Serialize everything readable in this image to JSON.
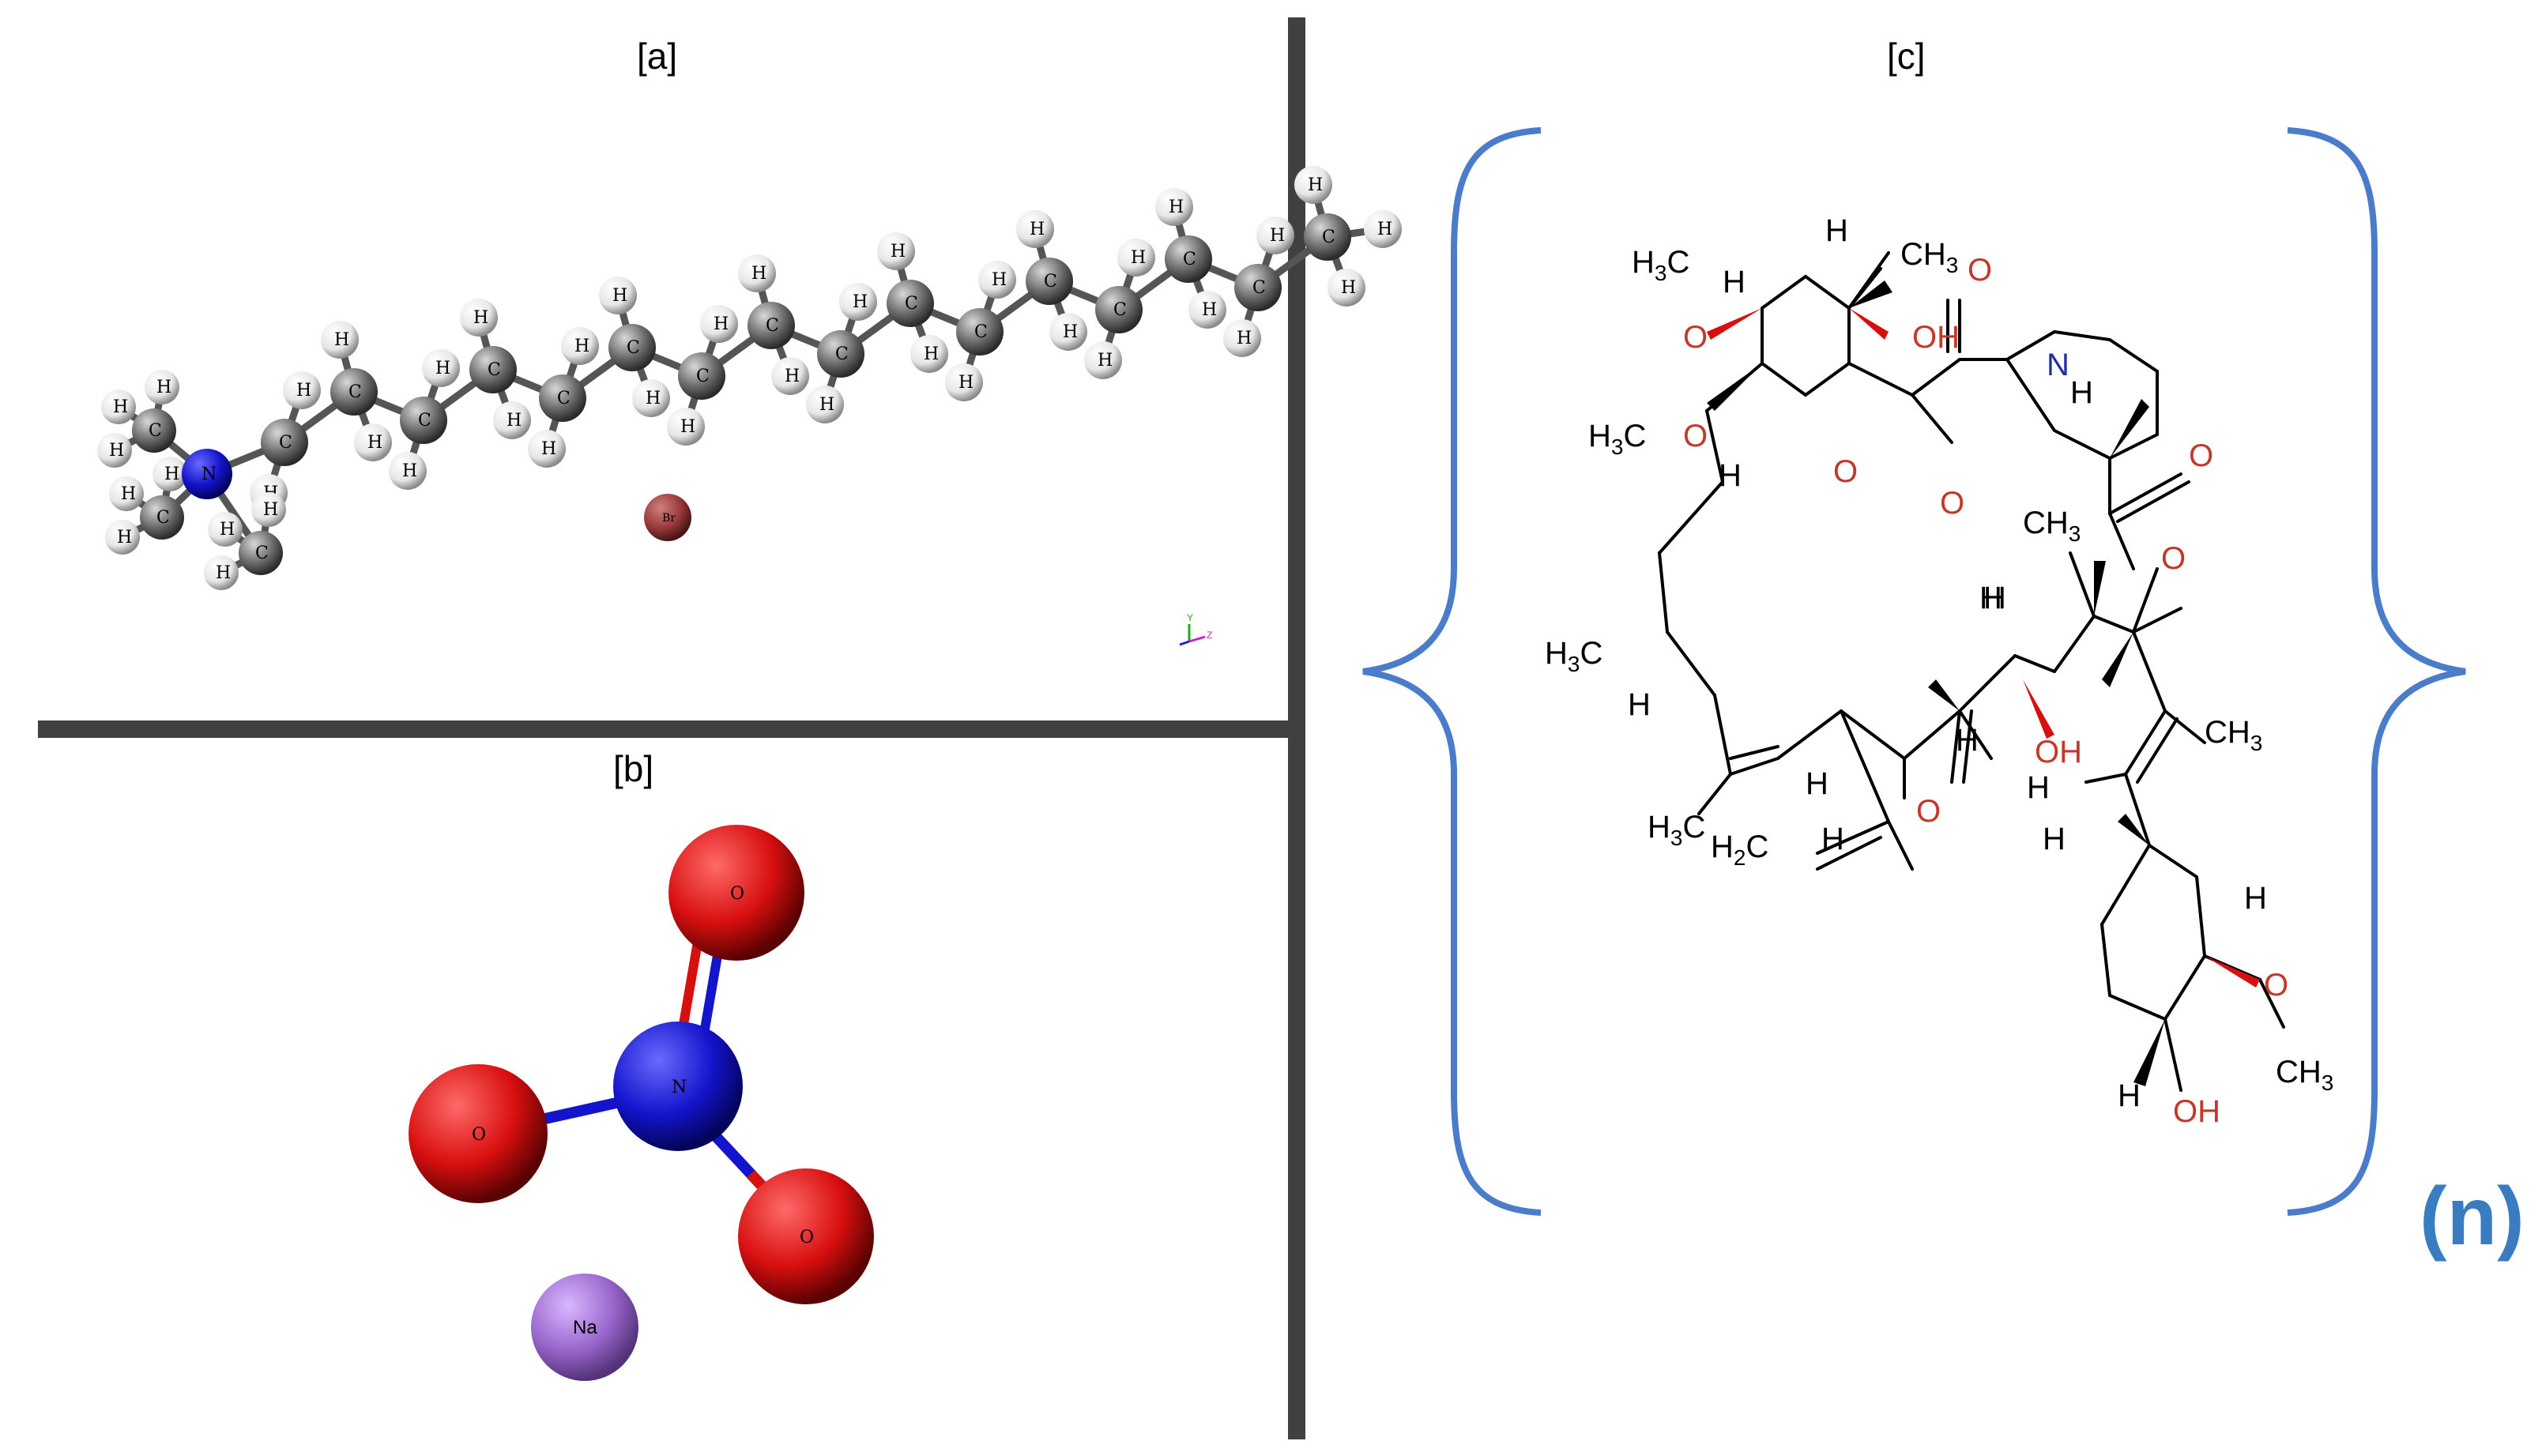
{
  "panels": {
    "a": {
      "label": "[a]"
    },
    "b": {
      "label": "[b]"
    },
    "c": {
      "label": "[c]"
    }
  },
  "repeat_label": "(n)",
  "colors": {
    "divider": "#404040",
    "carbon": "#6b6b6b",
    "hydrogen": "#f0f0f0",
    "nitrogen": "#1414cc",
    "oxygen": "#d80f0f",
    "bromine": "#9b3b3b",
    "sodium": "#9966cc",
    "bracket": "#4a7cc9",
    "hetero_text": "#c0392b"
  },
  "atoms": {
    "H": "H",
    "C": "C",
    "N": "N",
    "O": "O",
    "Na": "Na",
    "Br": "Br"
  },
  "axis": {
    "y": "Y",
    "z": "Z"
  },
  "structure_c": {
    "h3c": "H",
    "h3c_sub": "3",
    "h3c_c": "C",
    "ch3_c": "CH",
    "ch3_sub": "3",
    "oh": "OH",
    "o": "O",
    "n": "N",
    "h": "H",
    "h2c": "H",
    "h2c_sub": "2",
    "h2c_c": "C"
  }
}
